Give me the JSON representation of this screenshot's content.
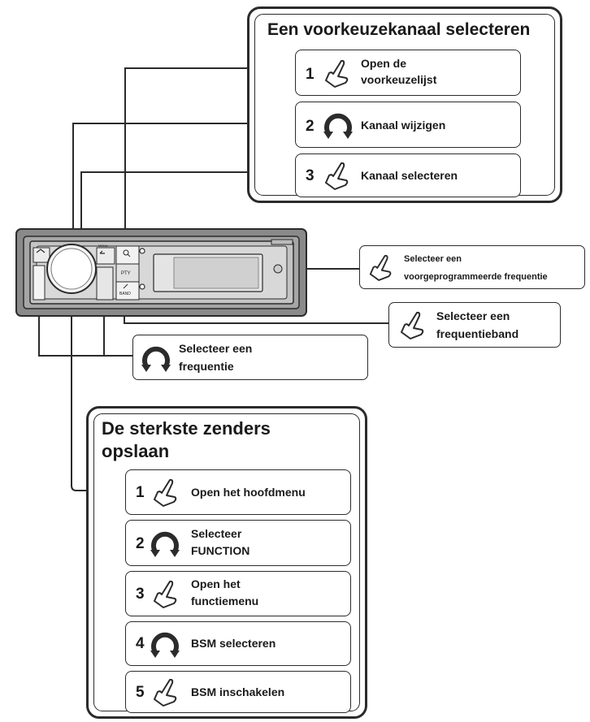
{
  "preset_panel": {
    "title": "Een voorkeuzekanaal selecteren",
    "steps": [
      {
        "num": "1",
        "icon": "press-icon",
        "line1": "Open de",
        "line2": "voorkeuzelijst"
      },
      {
        "num": "2",
        "icon": "rotate-icon",
        "line1": "Kanaal wijzigen"
      },
      {
        "num": "3",
        "icon": "press-icon",
        "line1": "Kanaal selecteren"
      }
    ]
  },
  "callouts": {
    "preset_freq": {
      "icon": "press-icon",
      "line1": "Selecteer een",
      "line2": "voorgeprogrammeerde frequentie"
    },
    "band": {
      "icon": "press-icon",
      "line1": "Selecteer een",
      "line2": "frequentieband"
    },
    "frequency": {
      "icon": "rotate-icon",
      "line1": "Selecteer een",
      "line2": "frequentie"
    }
  },
  "bsm_panel": {
    "title_line1": "De sterkste zenders",
    "title_line2": "opslaan",
    "steps": [
      {
        "num": "1",
        "icon": "press-icon",
        "line1": "Open het hoofdmenu"
      },
      {
        "num": "2",
        "icon": "rotate-icon",
        "line1": "Selecteer",
        "line2": "FUNCTION"
      },
      {
        "num": "3",
        "icon": "press-icon",
        "line1": "Open het",
        "line2": "functiemenu"
      },
      {
        "num": "4",
        "icon": "rotate-icon",
        "line1": "BSM selecteren"
      },
      {
        "num": "5",
        "icon": "press-icon",
        "line1": "BSM inschakelen"
      }
    ]
  },
  "device": {
    "button_labels": {
      "pty": "PTY",
      "band": "BAND",
      "menu": "MENU"
    }
  },
  "colors": {
    "line": "#2b2b2b",
    "device_body": "#8a8a8a",
    "device_face": "#bdbdbd",
    "panel_bg": "#ffffff"
  }
}
